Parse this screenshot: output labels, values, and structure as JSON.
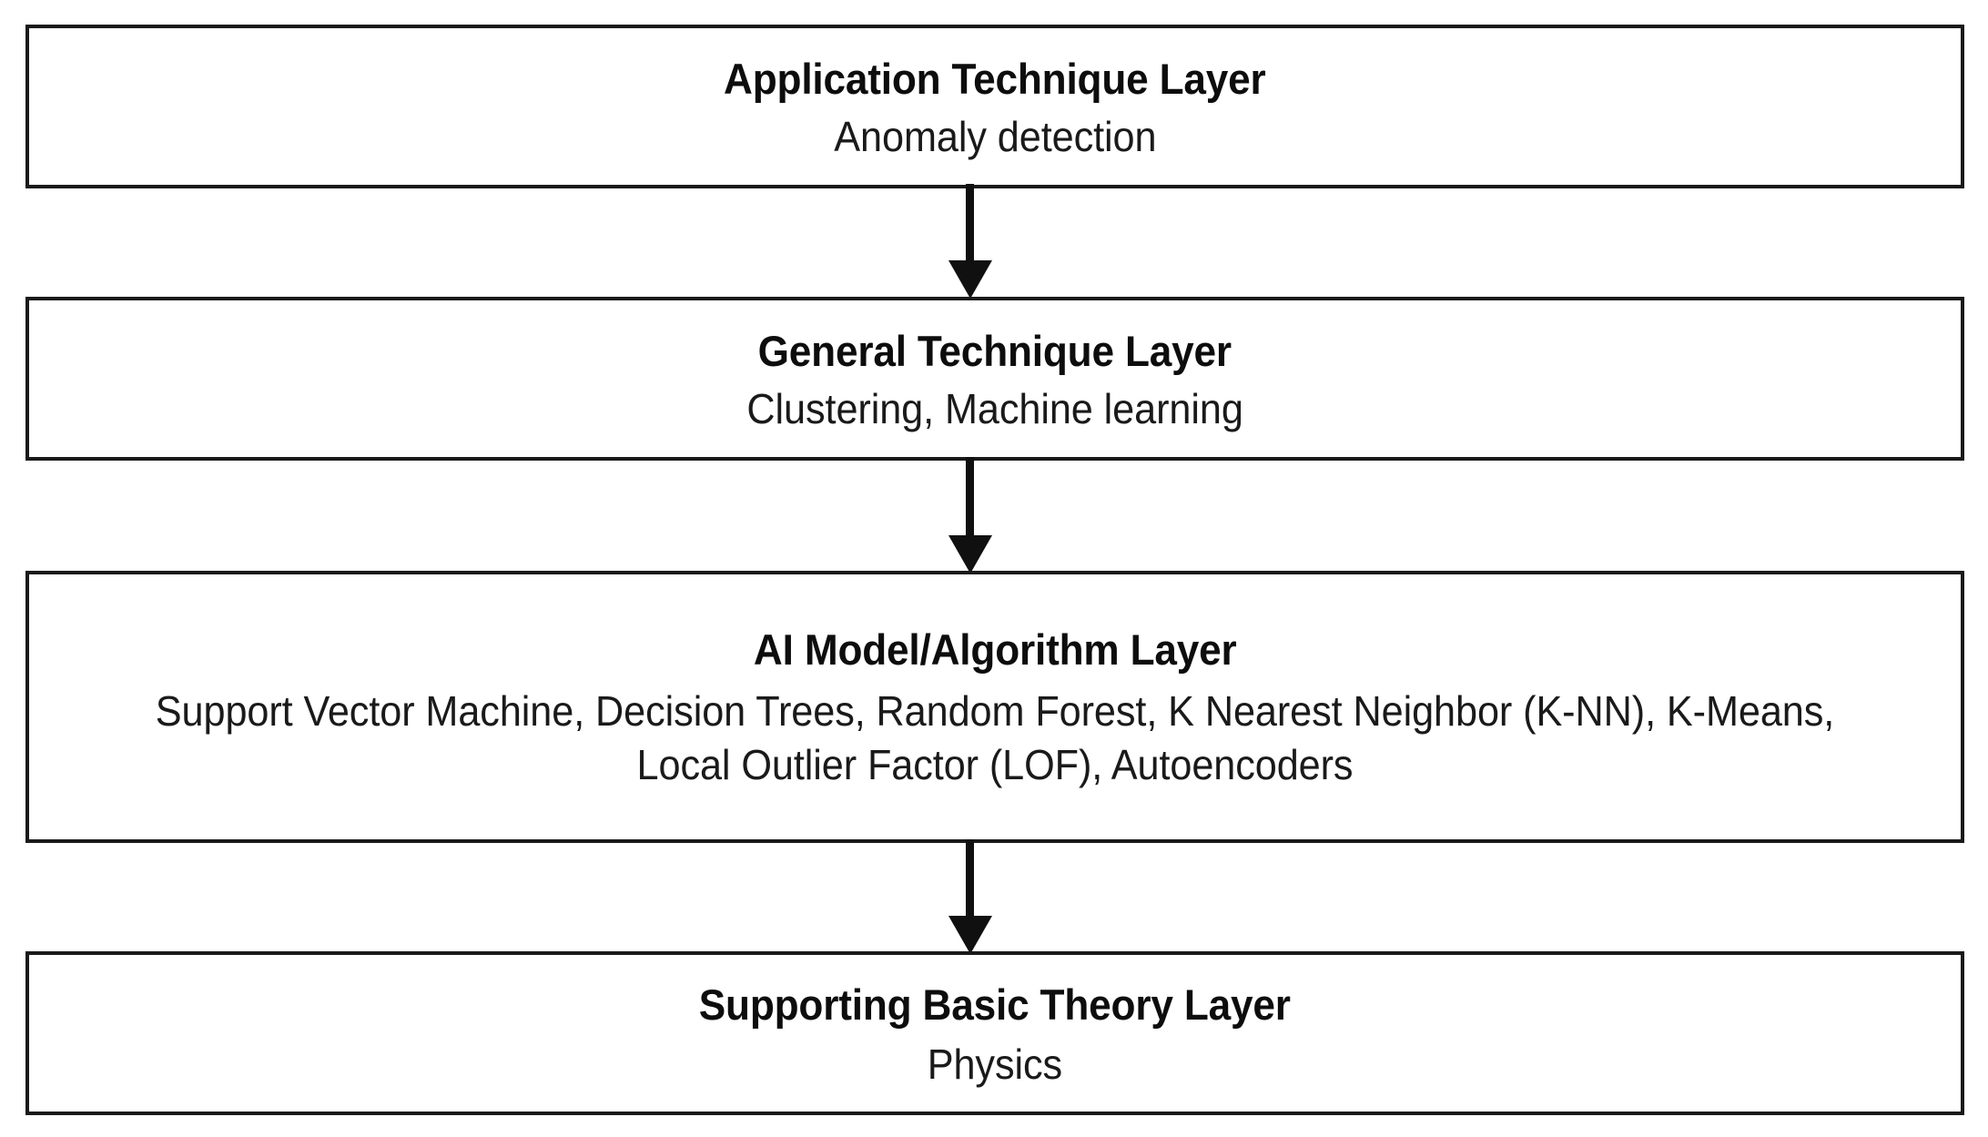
{
  "diagram": {
    "type": "layered-stack-flowchart",
    "orientation": "vertical-top-down",
    "background_color": "#ffffff",
    "border_color": "#1a1a1a",
    "text_color": "#111111",
    "layers": [
      {
        "id": "application-technique",
        "title": "Application Technique Layer",
        "body": "Anomaly detection"
      },
      {
        "id": "general-technique",
        "title": "General Technique Layer",
        "body": "Clustering, Machine learning"
      },
      {
        "id": "ai-model-algorithm",
        "title": "AI Model/Algorithm Layer",
        "body": "Support Vector Machine, Decision Trees, Random Forest, K Nearest Neighbor (K-NN), K-Means, Local Outlier Factor (LOF), Autoencoders"
      },
      {
        "id": "supporting-basic-theory",
        "title": "Supporting Basic Theory Layer",
        "body": "Physics"
      }
    ],
    "connectors": [
      {
        "id": "arrow-application-to-general",
        "from": "application-technique",
        "to": "general-technique",
        "glyph": "down-arrow"
      },
      {
        "id": "arrow-general-to-ai-model",
        "from": "general-technique",
        "to": "ai-model-algorithm",
        "glyph": "down-arrow"
      },
      {
        "id": "arrow-ai-model-to-theory",
        "from": "ai-model-algorithm",
        "to": "supporting-basic-theory",
        "glyph": "down-arrow"
      }
    ]
  }
}
